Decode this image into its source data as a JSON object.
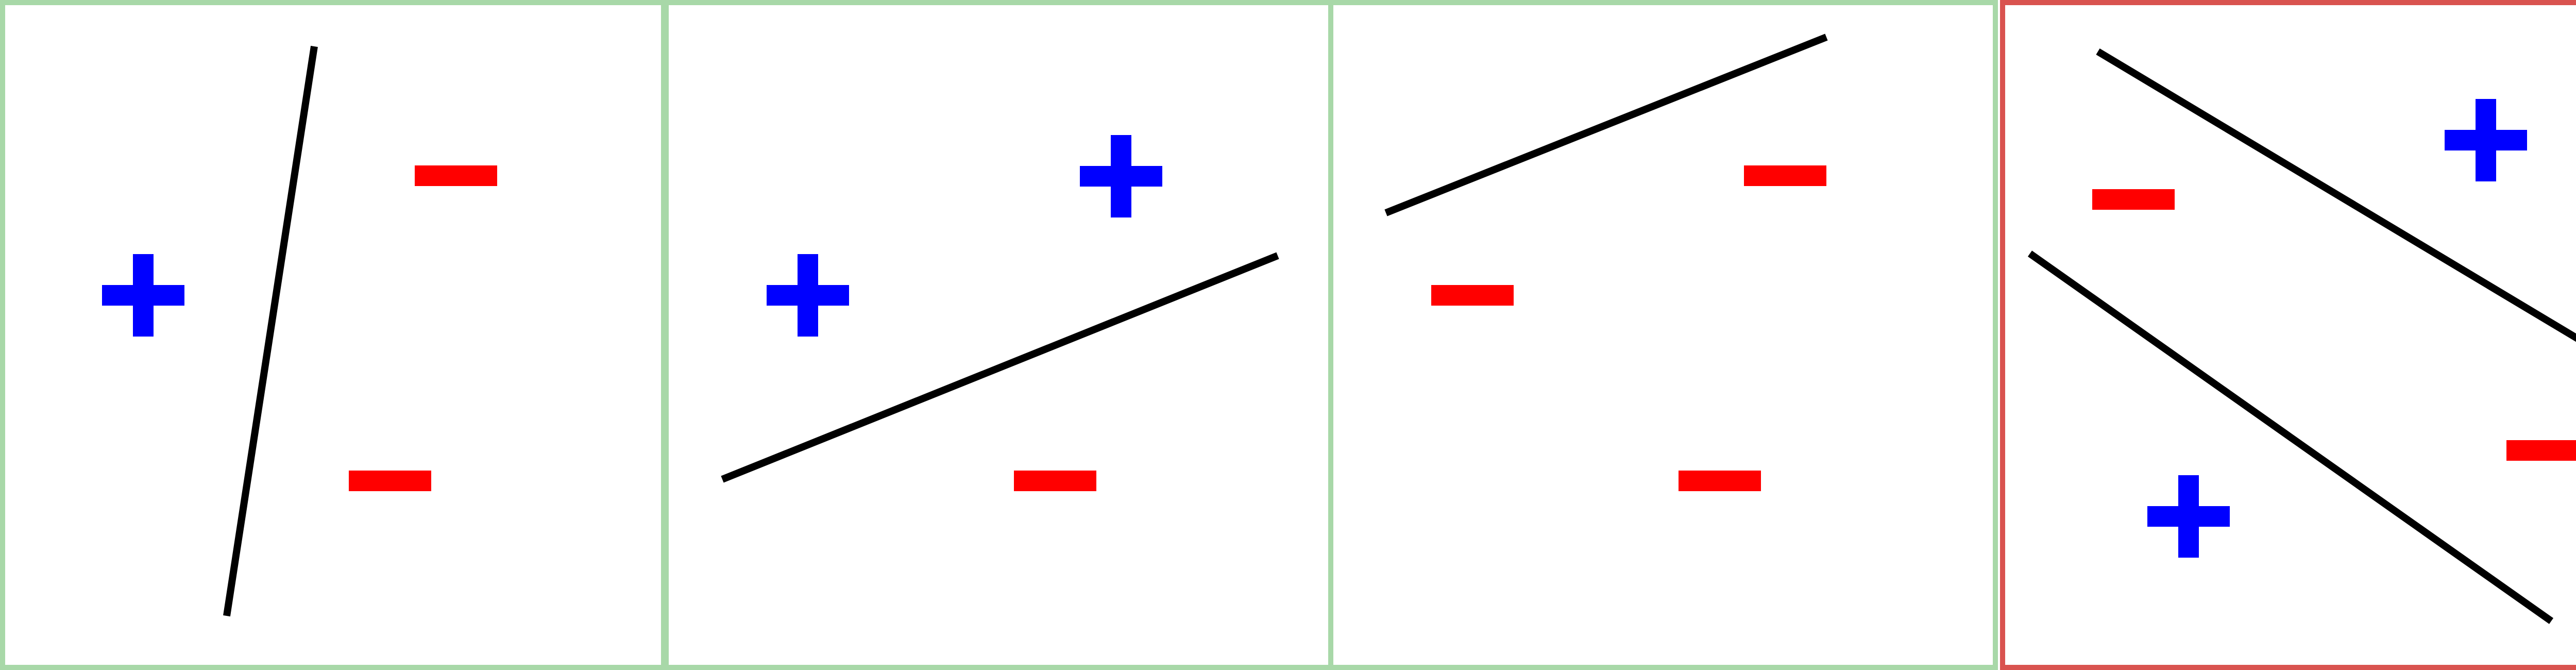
{
  "colors": {
    "background": "#ffffff",
    "normal_border": "#a8d8a8",
    "highlight_border": "#d9534f",
    "positive": "#0000ff",
    "negative": "#ff0000",
    "line": "#000000"
  },
  "panels": [
    {
      "id": "panel-1",
      "highlighted": false,
      "lines": 1,
      "markers": [
        {
          "type": "plus"
        },
        {
          "type": "minus"
        },
        {
          "type": "minus"
        }
      ]
    },
    {
      "id": "panel-2",
      "highlighted": false,
      "lines": 1,
      "markers": [
        {
          "type": "plus"
        },
        {
          "type": "plus"
        },
        {
          "type": "minus"
        }
      ]
    },
    {
      "id": "panel-3",
      "highlighted": false,
      "lines": 1,
      "markers": [
        {
          "type": "minus"
        },
        {
          "type": "minus"
        },
        {
          "type": "minus"
        }
      ]
    },
    {
      "id": "panel-4",
      "highlighted": true,
      "lines": 2,
      "markers": [
        {
          "type": "plus"
        },
        {
          "type": "minus"
        },
        {
          "type": "minus"
        },
        {
          "type": "plus"
        }
      ]
    }
  ]
}
